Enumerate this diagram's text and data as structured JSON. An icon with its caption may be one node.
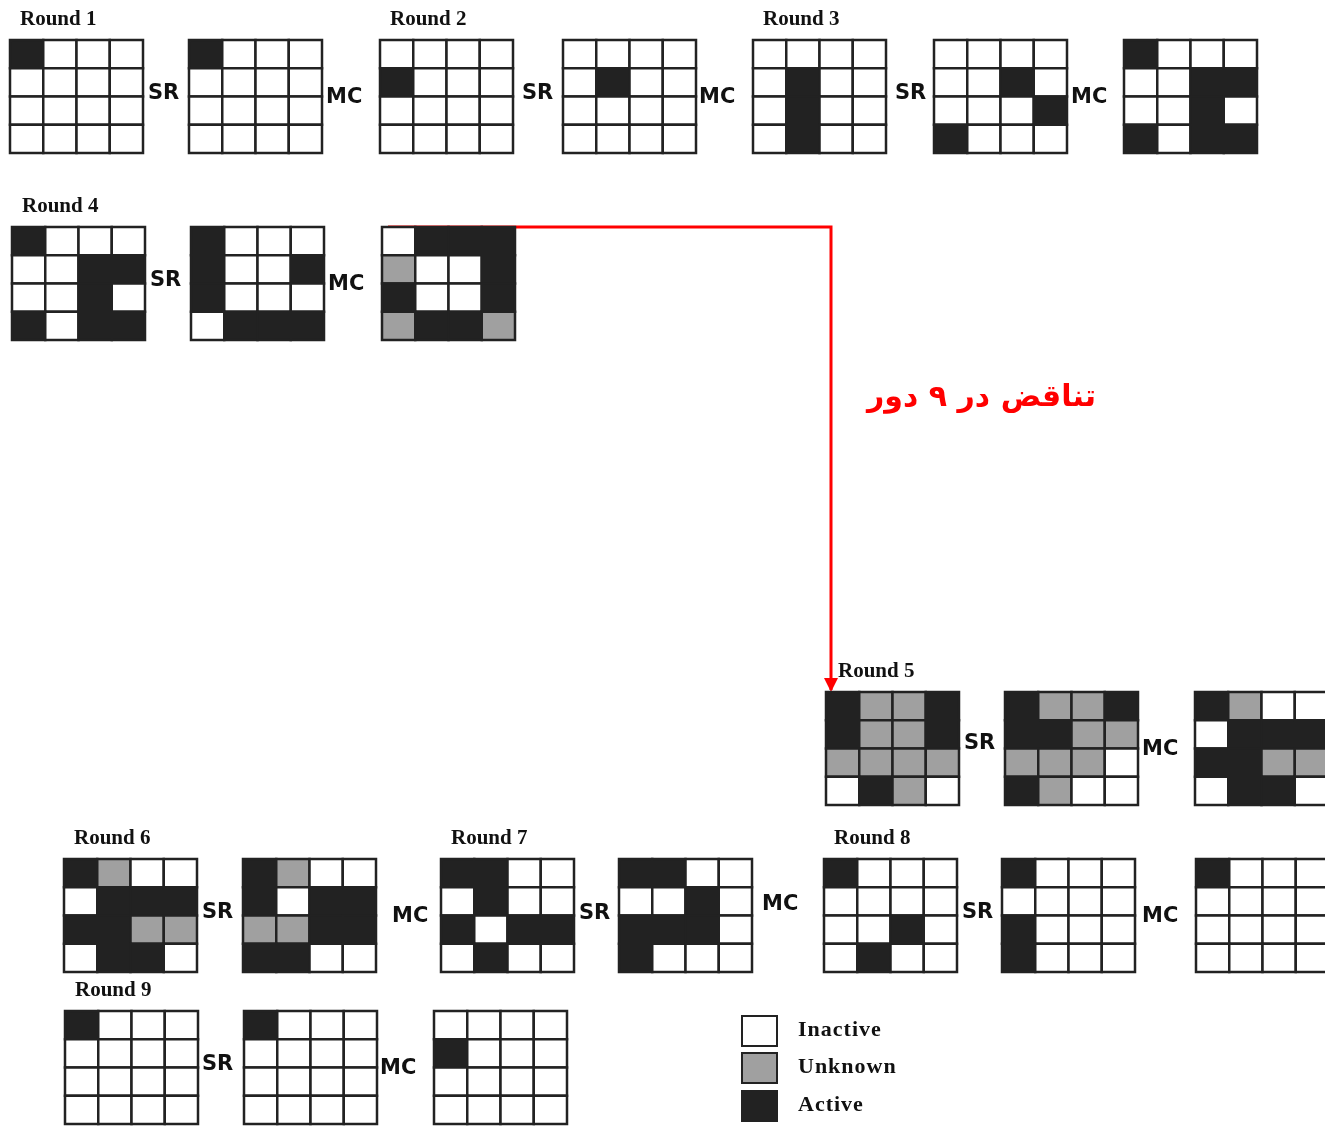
{
  "diagram": {
    "nodes": [
      {
        "text": [
          "Round 1"
        ]
      },
      {
        "text": [],
        "shape": "grid"
      },
      {
        "text": [
          "Round 2"
        ]
      },
      {
        "text": [],
        "shape": "grid"
      },
      {
        "text": [
          "Round 3"
        ]
      },
      {
        "text": [],
        "shape": "grid"
      },
      {
        "text": [],
        "shape": "grid"
      },
      {
        "text": [
          "Round 4"
        ]
      },
      {
        "text": [],
        "shape": "grid"
      },
      {
        "text": [],
        "shape": "grid"
      },
      {
        "text": [
          "Round 5"
        ]
      },
      {
        "text": [],
        "shape": "grid"
      },
      {
        "text": [],
        "shape": "grid"
      },
      {
        "text": [
          "Round 6"
        ]
      },
      {
        "text": [],
        "shape": "grid"
      },
      {
        "text": [
          "Round 7"
        ]
      },
      {
        "text": [],
        "shape": "grid"
      },
      {
        "text": [
          "Round 8"
        ]
      },
      {
        "text": [],
        "shape": "grid"
      },
      {
        "text": [],
        "shape": "grid"
      },
      {
        "text": [
          "Round 9"
        ]
      },
      {
        "text": [],
        "shape": "grid"
      },
      {
        "text": [],
        "shape": "grid"
      }
    ],
    "edges": [
      {
        "from": 9,
        "to": 10,
        "arrow": "to",
        "label": "تناقض در ۹ دور",
        "color": "#ff0000"
      }
    ],
    "labels": [
      "SR",
      "MC",
      "SR",
      "MC",
      "SR",
      "MC",
      "SR",
      "MC",
      "SR",
      "MC",
      "SR",
      "MC",
      "SR",
      "MC",
      "SR",
      "MC",
      "SR",
      "MC"
    ],
    "legend": [
      {
        "text": "Inactive",
        "color": "#ffffff"
      },
      {
        "text": "Unknown",
        "color": "#a0a0a0"
      },
      {
        "text": "Active",
        "color": "#222222"
      }
    ]
  }
}
